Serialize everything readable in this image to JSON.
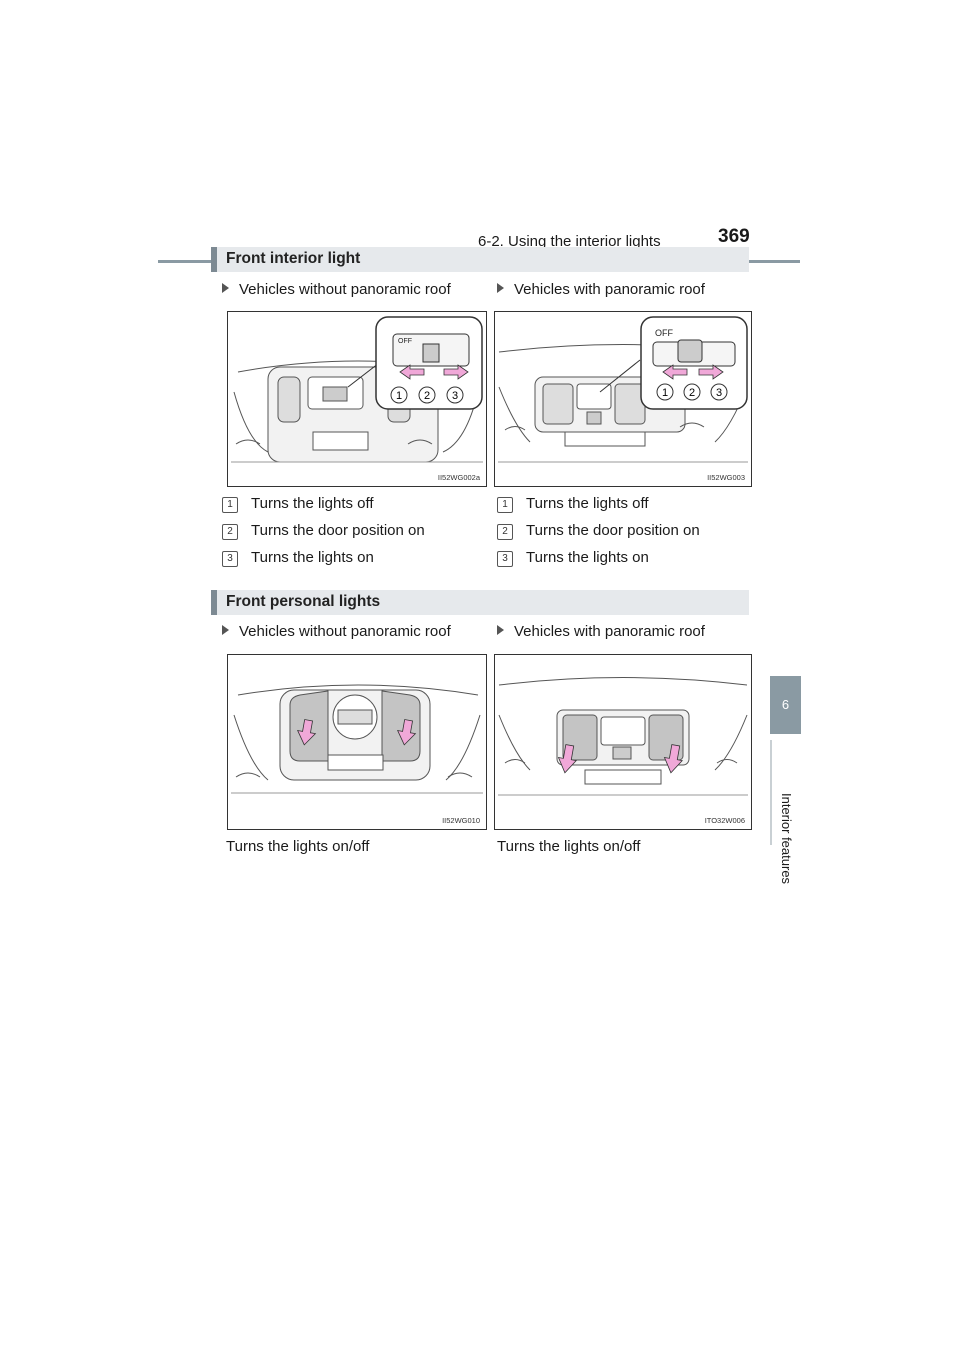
{
  "header": {
    "section_title": "6-2. Using the interior lights",
    "page_number": "369"
  },
  "side_tab": {
    "chapter_number": "6",
    "chapter_title": "Interior features"
  },
  "sections": [
    {
      "title": "Front interior light",
      "variants": [
        "Vehicles without panoramic roof",
        "Vehicles with panoramic roof"
      ],
      "figure_codes": [
        "II52WG002a",
        "II52WG003"
      ],
      "figure_labels": {
        "off": "OFF",
        "callouts": [
          "1",
          "2",
          "3"
        ]
      },
      "left_items": [
        {
          "num": "1",
          "text": "Turns the lights off"
        },
        {
          "num": "2",
          "text": "Turns the door position on"
        },
        {
          "num": "3",
          "text": "Turns the lights on"
        }
      ],
      "right_items": [
        {
          "num": "1",
          "text": "Turns the lights off"
        },
        {
          "num": "2",
          "text": "Turns the door position on"
        },
        {
          "num": "3",
          "text": "Turns the lights on"
        }
      ]
    },
    {
      "title": "Front personal lights",
      "variants": [
        "Vehicles without panoramic roof",
        "Vehicles with panoramic roof"
      ],
      "figure_codes": [
        "II52WG010",
        "ITO32W006"
      ],
      "captions": [
        "Turns the lights on/off",
        "Turns the lights on/off"
      ]
    }
  ],
  "colors": {
    "accent": "#8a9aa3",
    "arrow_pink": "#f0a8d8",
    "section_bg": "#e6e9ec"
  }
}
